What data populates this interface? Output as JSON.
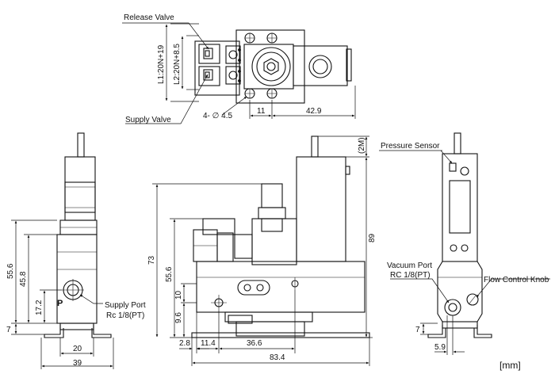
{
  "labels": {
    "release_valve": "Release Valve",
    "supply_valve": "Supply Valve",
    "pressure_sensor": "Pressure Sensor",
    "vacuum_port": "Vacuum Port",
    "vacuum_port_thread": "RC 1/8(PT)",
    "flow_control_knob": "Flow Control Knob",
    "supply_port": "Supply Port",
    "supply_port_thread": "Rc 1/8(PT)",
    "port_letter": "P",
    "unit": "[mm]"
  },
  "dimensions": {
    "top_l1": "L1:20N+19",
    "top_l2": "L2:20N+8.5",
    "top_hole": "4- ∅ 4.5",
    "top_11": "11",
    "top_42_9": "42.9",
    "front_2max": "(2M)",
    "front_89": "89",
    "front_73": "73",
    "front_55_6": "55.6",
    "front_10": "10",
    "front_9_6": "9.6",
    "front_2_8": "2.8",
    "front_11_4": "11.4",
    "front_36_6": "36.6",
    "front_83_4": "83.4",
    "left_55_6": "55.6",
    "left_45_8": "45.8",
    "left_17_2": "17.2",
    "left_7": "7",
    "left_20": "20",
    "left_39": "39",
    "right_7": "7",
    "right_5_9": "5.9"
  }
}
